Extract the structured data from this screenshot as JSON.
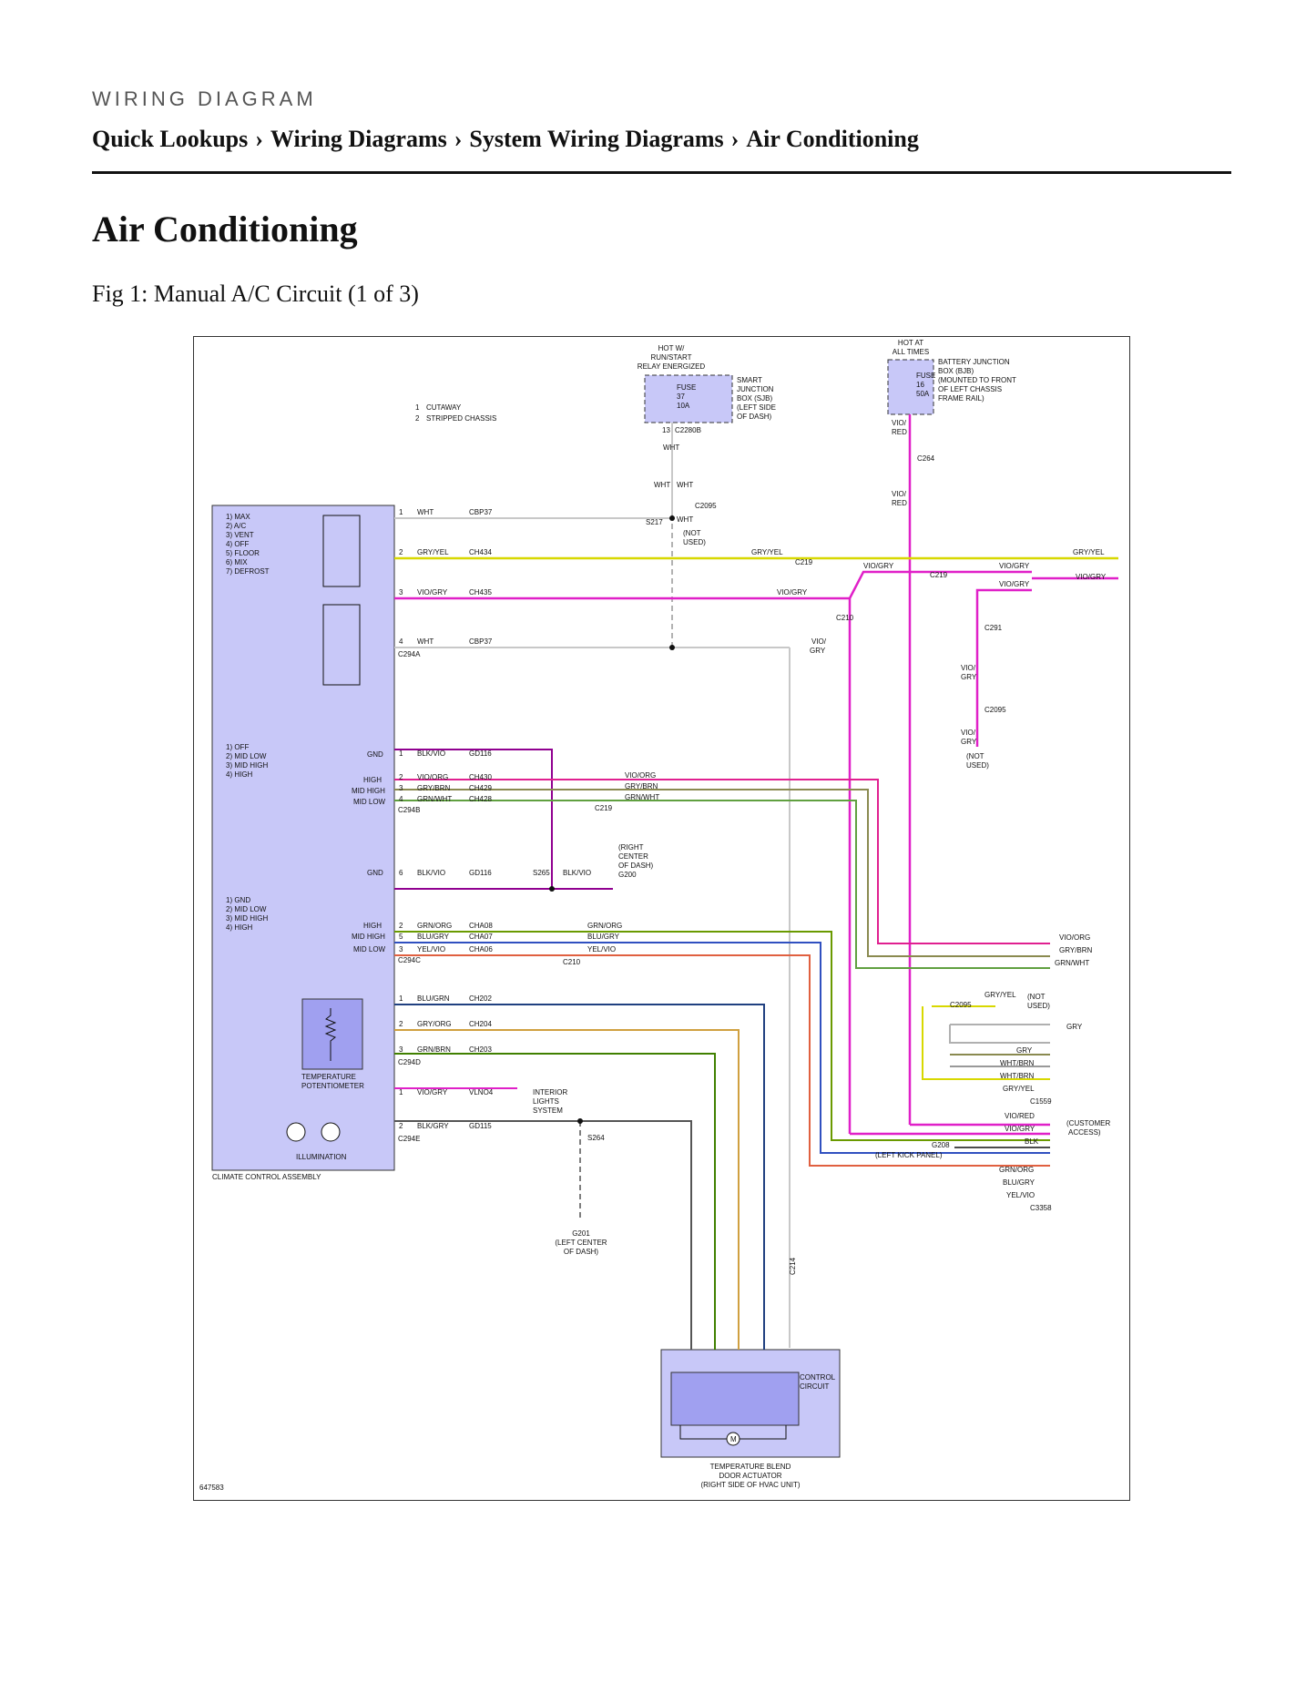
{
  "header": {
    "kicker": "WIRING DIAGRAM",
    "breadcrumb": [
      "Quick Lookups",
      "Wiring Diagrams",
      "System Wiring Diagrams",
      "Air Conditioning"
    ],
    "separator": "›"
  },
  "page": {
    "title": "Air Conditioning",
    "figure_caption": "Fig 1: Manual A/C Circuit (1 of 3)"
  },
  "diagram": {
    "figure_id": "647583",
    "colors": {
      "gry_yel": "#d8d800",
      "vio_gry": "#e020c8",
      "vio_red": "#e020c8",
      "wht": "#c8c8c8",
      "blk_vio": "#900090",
      "vio_org": "#e02090",
      "gry_brn": "#8a8a50",
      "grn_wht": "#60a040",
      "grn_org": "#6a9a00",
      "blu_gry": "#3050c0",
      "yel_vio": "#e06040",
      "blu_grn": "#204080",
      "gry_org": "#d0a040",
      "grn_brn": "#408000",
      "gry": "#b0b0b0",
      "component_fill": "#c8c8f8",
      "component_dark": "#a0a0f0"
    },
    "legend": [
      "CUTAWAY",
      "STRIPPED CHASSIS"
    ],
    "legend_nums": [
      "1",
      "2"
    ],
    "sjb": {
      "hot": [
        "HOT W/",
        "RUN/START",
        "RELAY ENERGIZED"
      ],
      "fuse": [
        "FUSE",
        "37",
        "10A"
      ],
      "name": [
        "SMART",
        "JUNCTION",
        "BOX (SJB)",
        "(LEFT SIDE",
        "OF DASH)"
      ],
      "pin": "13",
      "connector": "C2280B"
    },
    "bjb": {
      "hot": [
        "HOT AT",
        "ALL TIMES"
      ],
      "fuse": [
        "FUSE",
        "16",
        "50A"
      ],
      "name": [
        "BATTERY JUNCTION",
        "BOX (BJB)",
        "(MOUNTED TO FRONT",
        "OF LEFT CHASSIS",
        "FRAME RAIL)"
      ]
    },
    "mode_switch_labels": [
      "1) MAX",
      "2) A/C",
      "3) VENT",
      "4) OFF",
      "5) FLOOR",
      "6) MIX",
      "7) DEFROST"
    ],
    "blower_switch_labels": [
      "1) OFF",
      "2) MID LOW",
      "3) MID HIGH",
      "4) HIGH"
    ],
    "blend_switch_labels": [
      "1) GND",
      "2) MID LOW",
      "3) MID HIGH",
      "4) HIGH"
    ],
    "switch_pin_labels": [
      "GND",
      "HIGH",
      "MID HIGH",
      "MID LOW"
    ],
    "assembly_label": "CLIMATE CONTROL ASSEMBLY",
    "temp_pot_label": [
      "TEMPERATURE",
      "POTENTIOMETER"
    ],
    "illumination_label": "ILLUMINATION",
    "c294a": [
      {
        "pin": "1",
        "color": "WHT",
        "circuit": "CBP37"
      },
      {
        "pin": "2",
        "color": "GRY/YEL",
        "circuit": "CH434"
      },
      {
        "pin": "3",
        "color": "VIO/GRY",
        "circuit": "CH435"
      },
      {
        "pin": "4",
        "color": "WHT",
        "circuit": "CBP37"
      }
    ],
    "c294b": [
      {
        "pin": "1",
        "color": "BLK/VIO",
        "circuit": "GD116"
      },
      {
        "pin": "2",
        "color": "VIO/ORG",
        "circuit": "CH430"
      },
      {
        "pin": "3",
        "color": "GRY/BRN",
        "circuit": "CH429"
      },
      {
        "pin": "4",
        "color": "GRN/WHT",
        "circuit": "CH428"
      },
      {
        "pin": "6",
        "color": "BLK/VIO",
        "circuit": "GD116"
      }
    ],
    "c294c": [
      {
        "pin": "2",
        "color": "GRN/ORG",
        "circuit": "CHA08"
      },
      {
        "pin": "5",
        "color": "BLU/GRY",
        "circuit": "CHA07"
      },
      {
        "pin": "3",
        "color": "YEL/VIO",
        "circuit": "CHA06"
      }
    ],
    "c294d": [
      {
        "pin": "1",
        "color": "BLU/GRN",
        "circuit": "CH202"
      },
      {
        "pin": "2",
        "color": "GRY/ORG",
        "circuit": "CH204"
      },
      {
        "pin": "3",
        "color": "GRN/BRN",
        "circuit": "CH203"
      }
    ],
    "c294e": [
      {
        "pin": "1",
        "color": "VIO/GRY",
        "circuit": "VLNO4"
      },
      {
        "pin": "2",
        "color": "BLK/GRY",
        "circuit": "GD115"
      }
    ],
    "connectors": {
      "c294a": "C294A",
      "c294b": "C294B",
      "c294c": "C294C",
      "c294d": "C294D",
      "c294e": "C294E",
      "c2095": "C2095",
      "c219": "C219",
      "c264": "C264",
      "c210": "C210",
      "c291": "C291",
      "c214": "C214",
      "c1559": "C1559",
      "c3358": "C3358"
    },
    "splices": {
      "s217": "S217",
      "s265": "S265",
      "s264": "S264"
    },
    "grounds": {
      "g200": [
        "(RIGHT",
        "CENTER",
        "OF DASH)",
        "G200"
      ],
      "g201": [
        "G201",
        "(LEFT CENTER",
        "OF DASH)"
      ],
      "g208": [
        "G208",
        "(LEFT KICK PANEL)"
      ]
    },
    "interior_lights": [
      "INTERIOR",
      "LIGHTS",
      "SYSTEM"
    ],
    "not_used": [
      "(NOT",
      "USED)"
    ],
    "customer_access": [
      "(CUSTOMER",
      "ACCESS)"
    ],
    "actuator_label": [
      "TEMPERATURE BLEND",
      "DOOR ACTUATOR",
      "(RIGHT SIDE OF HVAC UNIT)"
    ],
    "control_circuit": [
      "CONTROL",
      "CIRCUIT"
    ],
    "motor": "M",
    "wire_labels": {
      "wht": "WHT",
      "vio_red": "VIO/",
      "red": "RED",
      "vio": "VIO/",
      "gry": "GRY",
      "gry_yel": "GRY/YEL",
      "vio_gry": "VIO/GRY",
      "vio_org": "VIO/ORG",
      "gry_brn": "GRY/BRN",
      "grn_wht": "GRN/WHT",
      "grn_org": "GRN/ORG",
      "blu_gry": "BLU/GRY",
      "yel_vio": "YEL/VIO",
      "blk_vio": "BLK/VIO",
      "blk_gry": "BLK/GRY",
      "grn_brn": "GRN/BRN",
      "gry_org": "GRY/ORG",
      "blu_grn": "BLU/GRN",
      "vio_red_full": "VIO/RED",
      "blk": "BLK",
      "wht_brn": "WHT/BRN",
      "gry_only": "GRY"
    }
  }
}
